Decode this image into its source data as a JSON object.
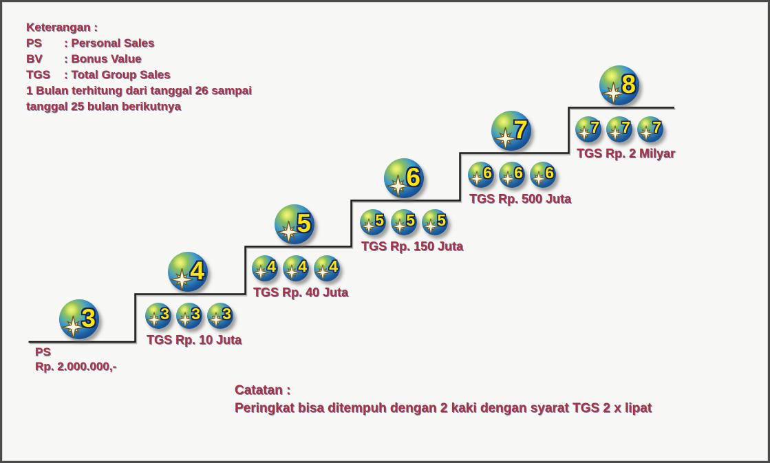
{
  "legend": {
    "title": "Keterangan :",
    "items": [
      {
        "abbr": "PS",
        "desc": ": Personal Sales"
      },
      {
        "abbr": "BV",
        "desc": ": Bonus Value"
      },
      {
        "abbr": "TGS",
        "desc": ": Total Group Sales"
      }
    ],
    "note_line1": "1 Bulan terhitung dari tanggal 26 sampai",
    "note_line2": "tanggal 25 bulan berikutnya"
  },
  "start": {
    "label": "PS",
    "amount": "Rp. 2.000.000,-"
  },
  "steps": [
    {
      "level": 3
    },
    {
      "level": 4,
      "req_level": 3,
      "tgs": "TGS Rp. 10 Juta"
    },
    {
      "level": 5,
      "req_level": 4,
      "tgs": "TGS Rp. 40 Juta"
    },
    {
      "level": 6,
      "req_level": 5,
      "tgs": "TGS Rp. 150 Juta"
    },
    {
      "level": 7,
      "req_level": 6,
      "tgs": "TGS Rp. 500 Juta"
    },
    {
      "level": 8,
      "req_level": 7,
      "tgs": "TGS Rp. 2 Milyar"
    }
  ],
  "note": {
    "title": "Catatan :",
    "text": "Peringkat bisa ditempuh dengan 2 kaki dengan syarat TGS 2 x lipat"
  },
  "colors": {
    "text_red": "#ac2f3e",
    "text_shadow_blue": "#5a6ea5",
    "ball_number_yellow": "#ffe60a",
    "ball_blue": "#2679bd",
    "line_black": "#1a1a1a",
    "background": "#f7f7f5"
  }
}
